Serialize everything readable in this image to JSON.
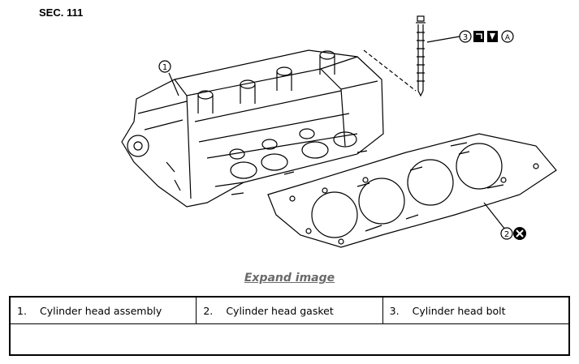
{
  "section": "SEC. 111",
  "callouts": {
    "c1": "1",
    "c2": "2",
    "c3": "3",
    "symbol_a": "A"
  },
  "expand_link": "Expand image",
  "legend": [
    {
      "num": "1.",
      "label": "Cylinder head assembly"
    },
    {
      "num": "2.",
      "label": "Cylinder head gasket"
    },
    {
      "num": "3.",
      "label": "Cylinder head bolt"
    }
  ]
}
